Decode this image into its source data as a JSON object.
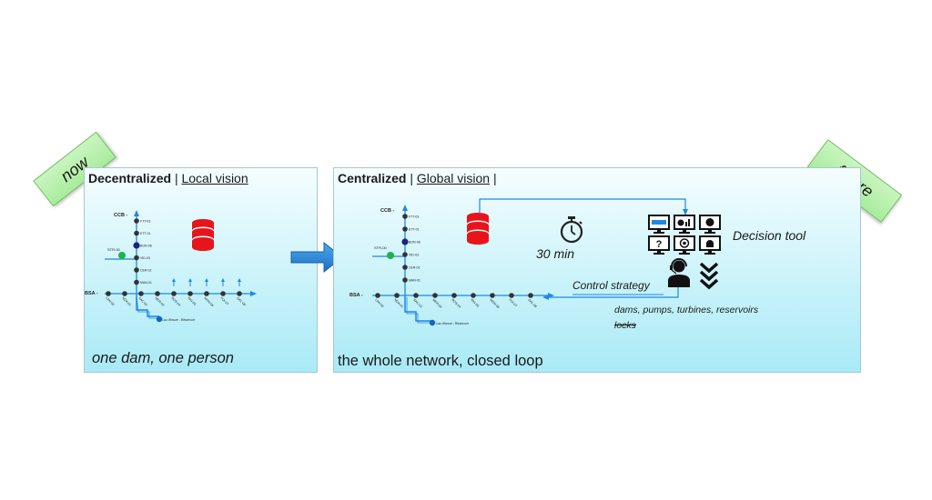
{
  "tags": {
    "now": "now",
    "future": "future"
  },
  "left_panel": {
    "title_bold": "Decentralized",
    "separator": "|",
    "title_link": "Local vision",
    "caption": "one dam, one person"
  },
  "right_panel": {
    "title_bold": "Centralized",
    "separator": "|",
    "title_link": "Global vision",
    "separator_end": "|",
    "caption": "the whole network, closed loop",
    "timer_label": "30 min",
    "decision_tool": "Decision tool",
    "control_strategy": "Control strategy",
    "assets": "dams, pumps, turbines, reservoirs",
    "assets_struck": "locks"
  },
  "network": {
    "ccb": "CCB -",
    "bsa": "BSA -",
    "left_station": "STR-00",
    "vertical_nodes": [
      "FTT-03",
      "ETT-01",
      "BON-08",
      "VID-03",
      "CER-02",
      "MAN-01"
    ],
    "horizontal_nodes": [
      "LAN-00",
      "NDA-01",
      "SAC-02",
      "MER-03",
      "ROS-04",
      "RIG-05",
      "MON-06",
      "FOI-07",
      "GAL-08"
    ],
    "reservoir_label": "Lac d'Ieuze - Réservoir"
  },
  "colors": {
    "accent": "#1e88e5",
    "db_red": "#e8141b",
    "tag_green": "#a8ec9c"
  }
}
